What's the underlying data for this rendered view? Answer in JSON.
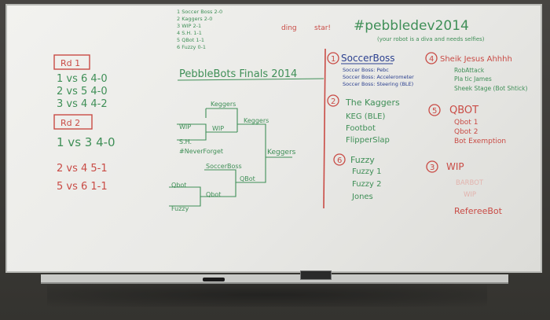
{
  "colors": {
    "green": "#3f8f57",
    "red": "#c94b45",
    "blue": "#2a3f8f",
    "board": "#efefec"
  },
  "header": {
    "hashtag": "#pebbledev2014",
    "tagline": "(your robot is a diva and needs selfies)",
    "red_words": [
      "ding",
      "star!"
    ]
  },
  "standings": [
    "1 Soccer Boss  2-0",
    "2 Kaggers  2-0",
    "3 WIP  2-1",
    "4 S.H.  1-1",
    "5 QBot  1-1",
    "6 Fuzzy  0-1"
  ],
  "rounds": {
    "rd1_label": "Rd 1",
    "rd1": [
      "1 vs 6  4-0",
      "2 vs 5  4-0",
      "3 vs 4  4-2"
    ],
    "rd2_label": "Rd 2",
    "rd2": [
      "1 vs 3  4-0",
      "2 vs 4  5-1",
      "5 vs 6  1-1"
    ]
  },
  "bracket": {
    "title": "PebbleBots Finals 2014",
    "entrants": [
      "Keggers",
      "WIP",
      "S.H.",
      "SoccerBoss",
      "Qbot",
      "Fuzzy"
    ],
    "winners": [
      "WIP",
      "Keggers",
      "QBot",
      "Qbot"
    ],
    "champion": "Keggers",
    "hashtag_note": "#NeverForget"
  },
  "teams": {
    "t1": {
      "seed": "1",
      "name": "SoccerBoss",
      "members": [
        "Soccer Boss: Pebc",
        "Soccer Boss: Accelerometer",
        "Soccer Boss: Steering (BLE)"
      ]
    },
    "t2": {
      "seed": "2",
      "name": "The Kaggers",
      "members": [
        "KEG (BLE)",
        "Footbot",
        "FlipperSlap"
      ]
    },
    "t6": {
      "seed": "6",
      "name": "Fuzzy",
      "members": [
        "Fuzzy 1",
        "Fuzzy 2",
        "Jones"
      ]
    },
    "t4": {
      "seed": "4",
      "name": "Sheik Jesus Ahhhh",
      "members": [
        "RobAttack",
        "Pla tic James",
        "Sheek Stage (Bot Shtick)"
      ]
    },
    "t5": {
      "seed": "5",
      "name": "QBOT",
      "members": [
        "Qbot 1",
        "Qbot 2",
        "Bot Exemption"
      ]
    },
    "t3": {
      "seed": "3",
      "name": "WIP",
      "members": [
        "BARBOT",
        "WIP",
        "RefereeBot"
      ]
    }
  }
}
